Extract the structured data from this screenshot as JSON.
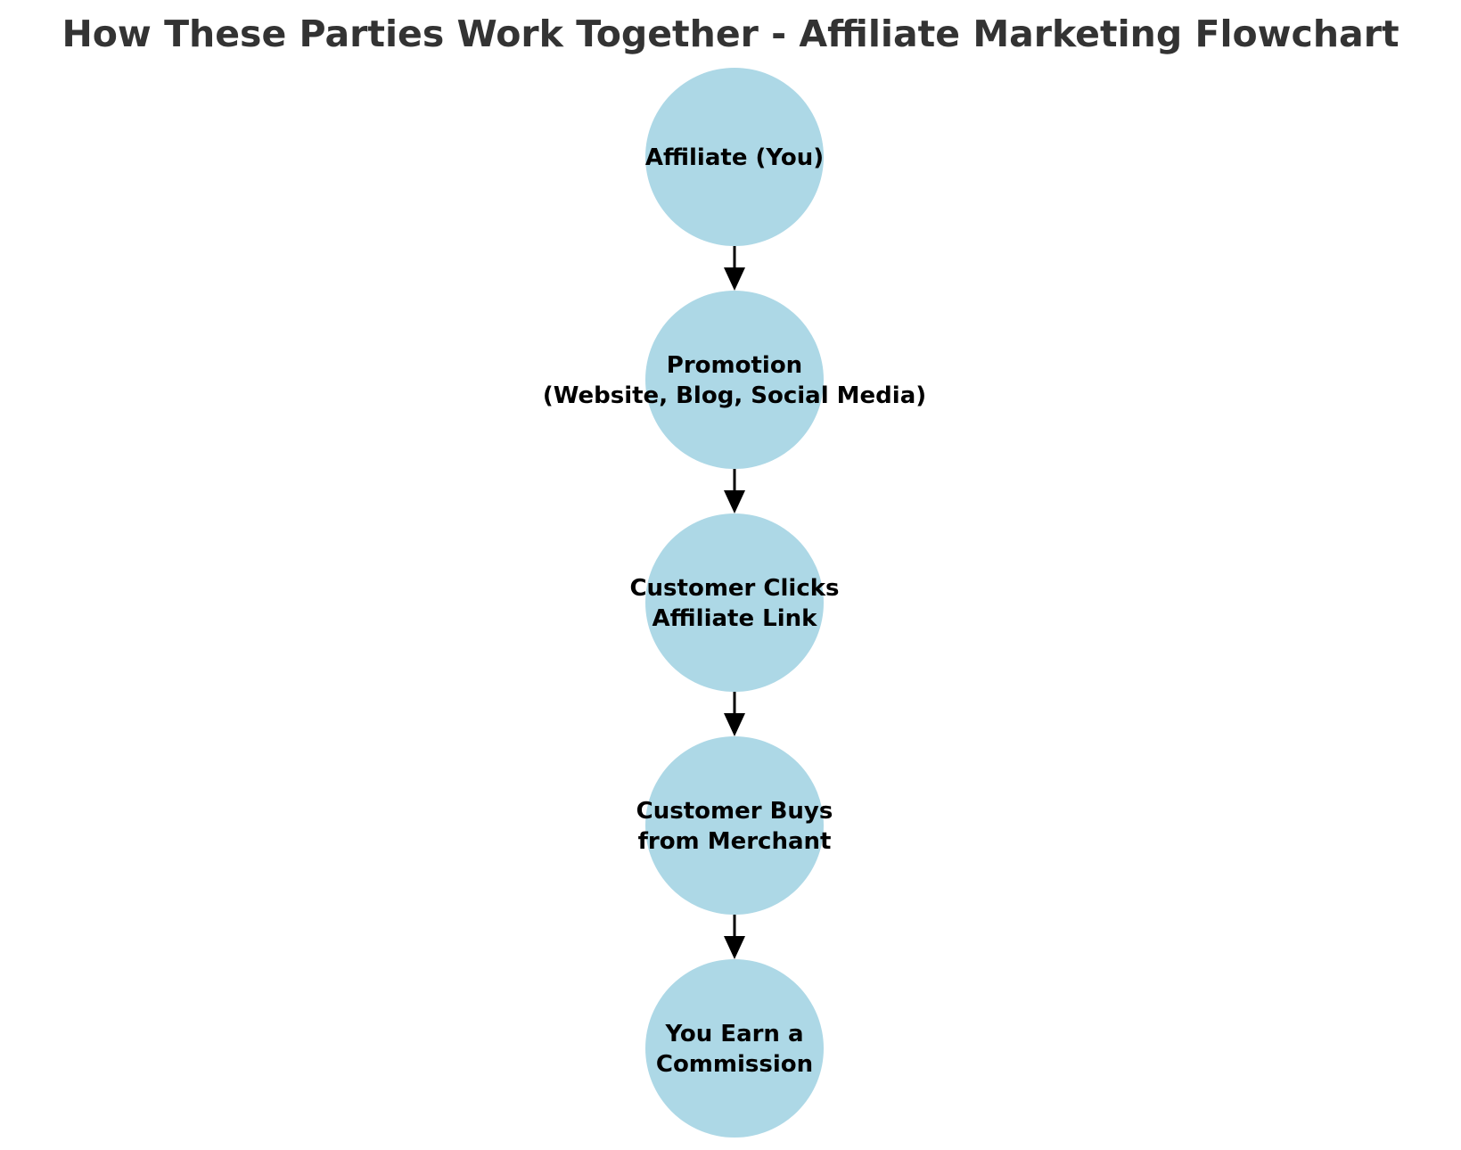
{
  "title": "How These Parties Work Together - Affiliate Marketing Flowchart",
  "colors": {
    "node_fill": "#add8e6",
    "edge": "#000000",
    "title": "#333333",
    "label": "#000000"
  },
  "nodes": [
    {
      "id": "affiliate",
      "lines": [
        "Affiliate (You)"
      ]
    },
    {
      "id": "promotion",
      "lines": [
        "Promotion",
        "(Website, Blog, Social Media)"
      ]
    },
    {
      "id": "customer-clicks",
      "lines": [
        "Customer Clicks",
        "Affiliate Link"
      ]
    },
    {
      "id": "customer-buys",
      "lines": [
        "Customer Buys",
        "from Merchant"
      ]
    },
    {
      "id": "commission",
      "lines": [
        "You Earn a",
        "Commission"
      ]
    }
  ],
  "edges": [
    {
      "from": "affiliate",
      "to": "promotion"
    },
    {
      "from": "promotion",
      "to": "customer-clicks"
    },
    {
      "from": "customer-clicks",
      "to": "customer-buys"
    },
    {
      "from": "customer-buys",
      "to": "commission"
    }
  ]
}
